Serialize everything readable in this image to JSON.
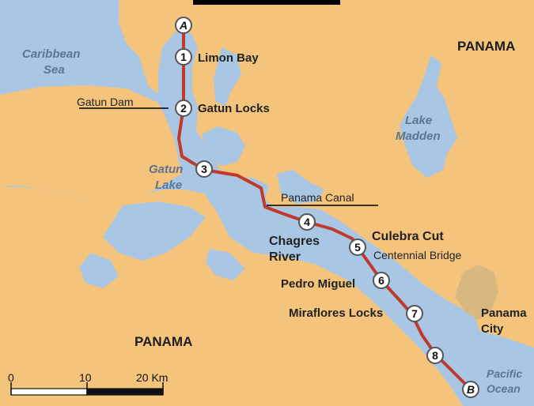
{
  "colors": {
    "water": "#a9c6e4",
    "land": "#f4c47c",
    "route": "#c0392b",
    "marker_fill": "#ffffff",
    "marker_stroke": "#555555",
    "water_label": "#5c7690",
    "city_area": "#d9b880"
  },
  "route_points": [
    {
      "id": "A",
      "label": "A"
    },
    {
      "id": "1",
      "label": "1",
      "name": "Limon Bay"
    },
    {
      "id": "2",
      "label": "2",
      "name": "Gatun Locks"
    },
    {
      "id": "3",
      "label": "3"
    },
    {
      "id": "4",
      "label": "4"
    },
    {
      "id": "5",
      "label": "5",
      "name": "Culebra Cut",
      "sub": "Centennial Bridge"
    },
    {
      "id": "6",
      "label": "6",
      "name": "Pedro Miguel"
    },
    {
      "id": "7",
      "label": "7",
      "name": "Miraflores Locks"
    },
    {
      "id": "8",
      "label": "8"
    },
    {
      "id": "B",
      "label": "B"
    }
  ],
  "water_labels": {
    "caribbean_line1": "Caribbean",
    "caribbean_line2": "Sea",
    "gatun_lake_line1": "Gatun",
    "gatun_lake_line2": "Lake",
    "lake_madden_line1": "Lake",
    "lake_madden_line2": "Madden",
    "pacific_line1": "Pacific",
    "pacific_line2": "Ocean"
  },
  "labels": {
    "gatun_dam": "Gatun Dam",
    "panama_canal": "Panama Canal",
    "chagres_line1": "Chagres",
    "chagres_line2": "River",
    "panama_city_line1": "Panama",
    "panama_city_line2": "City",
    "country_ne": "PANAMA",
    "country_sw": "PANAMA"
  },
  "scale_bar": {
    "ticks": [
      "0",
      "10",
      "20 Km"
    ]
  }
}
